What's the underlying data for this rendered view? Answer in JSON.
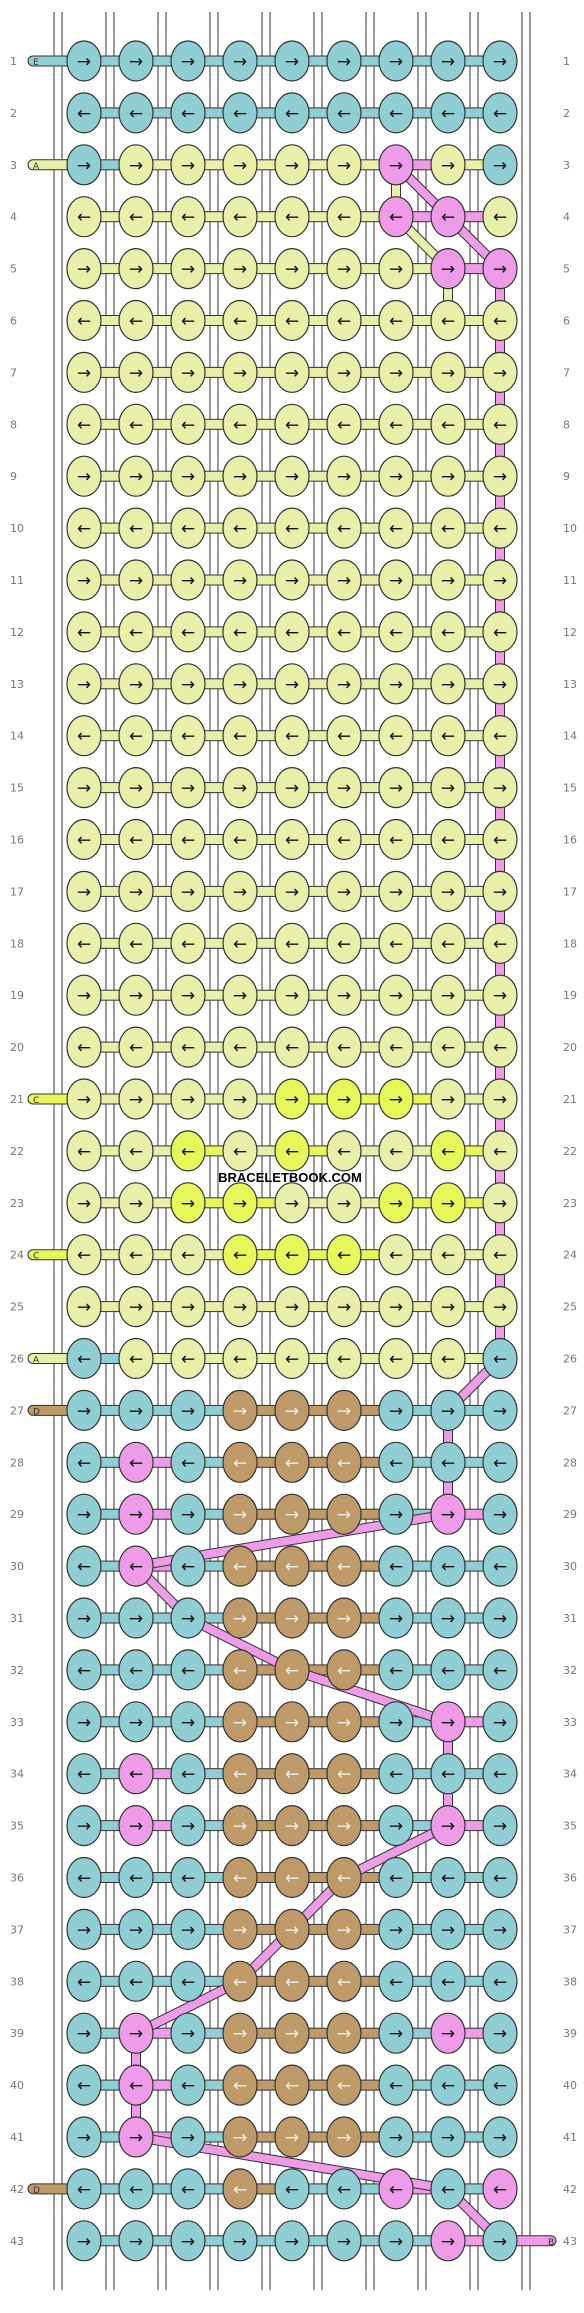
{
  "watermark": "BRACELETBOOK.COM",
  "colors": {
    "A": "#e8efa8",
    "B": "#ee9be8",
    "C": "#e6f75a",
    "D": "#be9a68",
    "E": "#8fcfd4"
  },
  "string_labels": {
    "left": [
      {
        "row": 1,
        "letter": "E",
        "color": "E"
      },
      {
        "row": 3,
        "letter": "A",
        "color": "A"
      },
      {
        "row": 21,
        "letter": "C",
        "color": "C"
      },
      {
        "row": 24,
        "letter": "C",
        "color": "C"
      },
      {
        "row": 26,
        "letter": "A",
        "color": "A"
      },
      {
        "row": 27,
        "letter": "D",
        "color": "D"
      },
      {
        "row": 42,
        "letter": "D",
        "color": "D"
      }
    ],
    "right": [
      {
        "row": 43,
        "letter": "B",
        "color": "B"
      }
    ]
  },
  "pattern": {
    "columns": 9,
    "rows": 43,
    "knots": [
      "EEEEEEEEE",
      "EEEEEEEEE",
      "EAAAAABAE",
      "AAAAAABBA",
      "AAAAAAABB",
      "AAAAAAAAA",
      "AAAAAAAAA",
      "AAAAAAAAA",
      "AAAAAAAAA",
      "AAAAAAAAA",
      "AAAAAAAAA",
      "AAAAAAAAA",
      "AAAAAAAAA",
      "AAAAAAAAA",
      "AAAAAAAAA",
      "AAAAAAAAA",
      "AAAAAAAAA",
      "AAAAAAAAA",
      "AAAAAAAAA",
      "AAAAAAAAA",
      "AAAACCCAA",
      "AACACAACA",
      "AACCAACCA",
      "AAACCCAAA",
      "AAAAAAAAA",
      "EAAAAAAAE",
      "EEEDDDEEE",
      "EBEDDDEEE",
      "EBEDDDEBE",
      "EBEDDDEEE",
      "EEEDDDEEE",
      "EEEDDDEEE",
      "EEEDDDEBE",
      "EBEDDDEEE",
      "EBEDDDEBE",
      "EEEDDDEEE",
      "EEEDDDEEE",
      "EEEDDDEEE",
      "EBEDDDEBE",
      "EBEDDDEEE",
      "EBEDDDEEE",
      "EEEDEEBEB",
      "EEEEEEEBE"
    ],
    "arrows": [
      "RRRRRRRRR",
      "LLLLLLLLL",
      "RRRRRRRRR",
      "LLLLLLLLL",
      "RRRRRRRRR",
      "LLLLLLLLL",
      "RRRRRRRRR",
      "LLLLLLLLL",
      "RRRRRRRRR",
      "LLLLLLLLL",
      "RRRRRRRRR",
      "LLLLLLLLL",
      "RRRRRRRRR",
      "LLLLLLLLL",
      "RRRRRRRRR",
      "LLLLLLLLL",
      "RRRRRRRRR",
      "LLLLLLLLL",
      "RRRRRRRRR",
      "LLLLLLLLL",
      "RRRRRRRRR",
      "LLLLLLLLL",
      "RRRRRRRRR",
      "LLLLLLLLL",
      "RRRRRRRRR",
      "LLLLLLLLL",
      "RRRRRRRRR",
      "LLLLLLLLL",
      "RRRRRRRRR",
      "LLLLLLLLL",
      "RRRRRRRRR",
      "LLLLLLLLL",
      "RRRRRRRRR",
      "LLLLLLLLL",
      "RRRRRRRRR",
      "LLLLLLLLL",
      "RRRRRRRRR",
      "LLLLLLLLL",
      "RRRRRRRRR",
      "LLLLLLLLL",
      "RRRRRRRRR",
      "LLLLLLLLL",
      "RRRRRRRRR"
    ]
  },
  "pink_path": [
    [
      3,
      6
    ],
    [
      4,
      7
    ],
    [
      5,
      8
    ],
    [
      6,
      8
    ],
    [
      7,
      8
    ],
    [
      8,
      8
    ],
    [
      9,
      8
    ],
    [
      10,
      8
    ],
    [
      11,
      8
    ],
    [
      12,
      8
    ],
    [
      13,
      8
    ],
    [
      14,
      8
    ],
    [
      15,
      8
    ],
    [
      16,
      8
    ],
    [
      17,
      8
    ],
    [
      18,
      8
    ],
    [
      19,
      8
    ],
    [
      20,
      8
    ],
    [
      21,
      8
    ],
    [
      22,
      8
    ],
    [
      23,
      8
    ],
    [
      24,
      8
    ],
    [
      25,
      8
    ],
    [
      26,
      8
    ],
    [
      27,
      7
    ],
    [
      28,
      7
    ],
    [
      29,
      7
    ],
    [
      30,
      1
    ],
    [
      31,
      2
    ],
    [
      32,
      4
    ],
    [
      33,
      7
    ],
    [
      34,
      7
    ],
    [
      35,
      7
    ],
    [
      36,
      5
    ],
    [
      37,
      4
    ],
    [
      38,
      3
    ],
    [
      39,
      1
    ],
    [
      40,
      1
    ],
    [
      41,
      1
    ],
    [
      42,
      7
    ],
    [
      43,
      8
    ]
  ],
  "pink_path_2": [
    [
      3,
      6
    ],
    [
      4,
      6
    ],
    [
      5,
      7
    ],
    [
      6,
      7
    ]
  ]
}
